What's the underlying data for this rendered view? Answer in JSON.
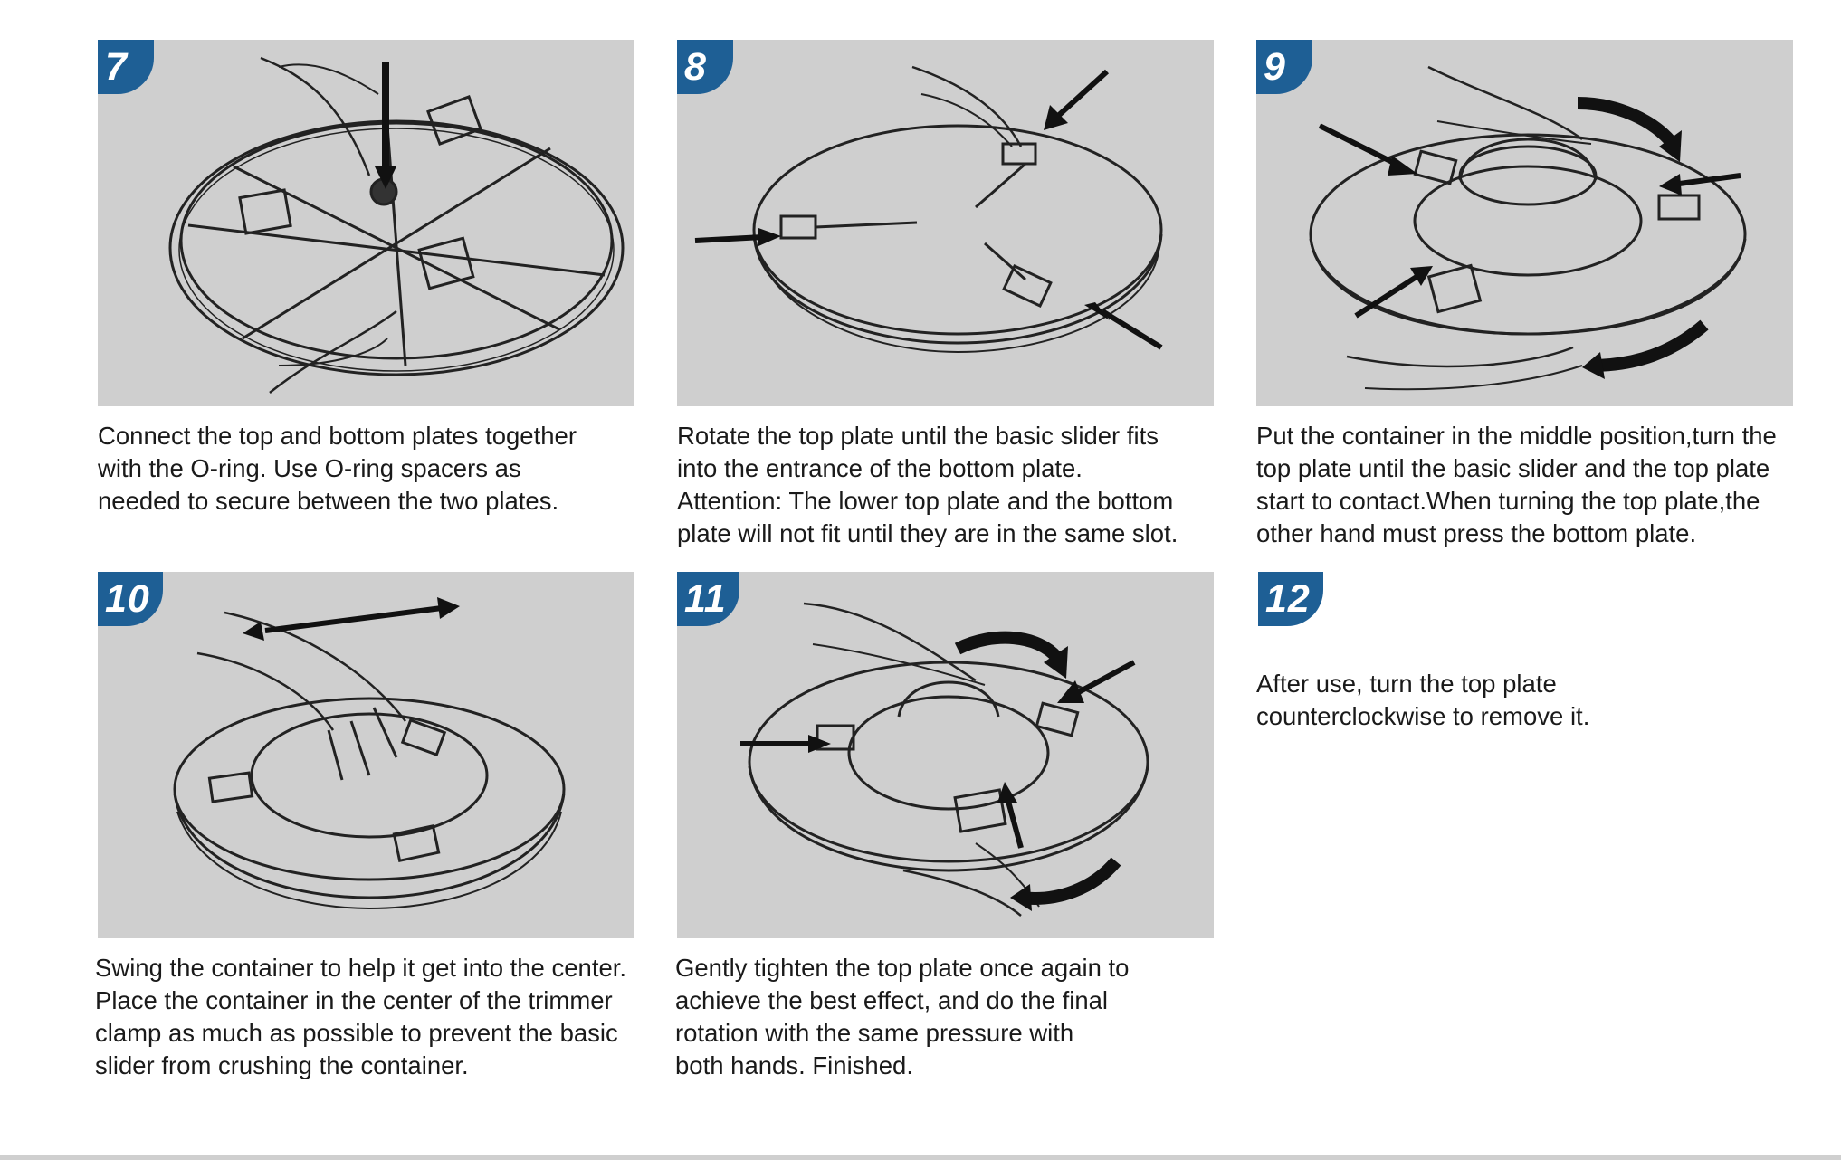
{
  "steps": [
    {
      "number": "7",
      "caption_lines": [
        "Connect the top and bottom plates together",
        "with the O-ring. Use O-ring spacers as",
        "needed to secure between the two plates."
      ]
    },
    {
      "number": "8",
      "caption_lines": [
        "Rotate the top plate until the basic slider fits",
        "into the entrance of the bottom plate.",
        "Attention: The lower top plate and the bottom",
        "plate will not fit until they are in the same slot."
      ]
    },
    {
      "number": "9",
      "caption_lines": [
        "Put the container in the middle position,turn the",
        "top plate until the basic slider and the top plate",
        "start to contact.When turning the top plate,the",
        "other hand must press the bottom plate."
      ]
    },
    {
      "number": "10",
      "caption_lines": [
        "Swing the container to help it get into the center.",
        "Place the container in the center of the trimmer",
        "clamp as much as possible to prevent the basic",
        "slider from crushing the container."
      ]
    },
    {
      "number": "11",
      "caption_lines": [
        "Gently tighten the top plate once again to",
        "achieve the best effect, and do the final",
        "rotation with the same pressure with",
        "both hands. Finished."
      ]
    },
    {
      "number": "12",
      "caption_lines": [
        "After use, turn the top plate",
        "counterclockwise to remove it."
      ]
    }
  ],
  "colors": {
    "badge": "#1e5f95",
    "figure_background": "#cfcfcf",
    "text": "#1a1a1a"
  }
}
